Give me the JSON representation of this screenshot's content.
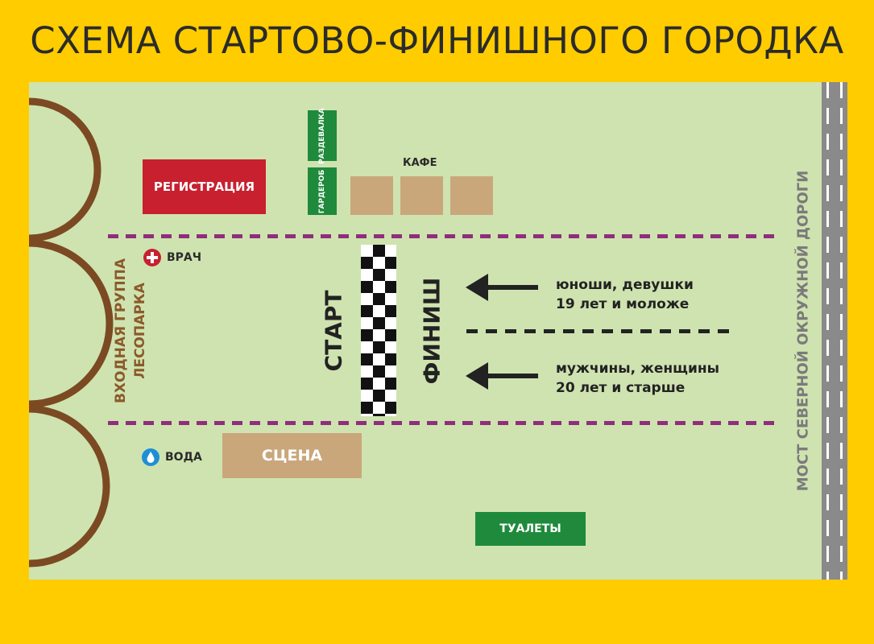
{
  "title": "СХЕМА СТАРТОВО-ФИНИШНОГО ГОРОДКА",
  "zones": {
    "registration": "РЕГИСТРАЦИЯ",
    "changing_room": "РАЗДЕВАЛКА",
    "cloakroom": "ГАРДЕРОБ",
    "cafe": "КАФЕ",
    "doctor": "ВРАЧ",
    "water": "ВОДА",
    "stage": "СЦЕНА",
    "toilets": "ТУАЛЕТЫ",
    "park_entrance_line1": "ВХОДНАЯ ГРУППА",
    "park_entrance_line2": "ЛЕСОПАРКА",
    "bridge": "МОСТ СЕВЕРНОЙ ОКРУЖНОЙ ДОРОГИ"
  },
  "course": {
    "start": "СТАРТ",
    "finish": "ФИНИШ",
    "group_youth_line1": "юноши, девушки",
    "group_youth_line2": "19 лет и моложе",
    "group_adult_line1": "мужчины, женщины",
    "group_adult_line2": "20 лет и старше"
  },
  "colors": {
    "background": "#FFCC00",
    "field": "#CFE3B0",
    "registration": "#C8202F",
    "green_zone": "#1F8A3C",
    "tan_zone": "#C9A77B",
    "boundary_dash": "#8E2E7C",
    "arch": "#7B4A22",
    "road": "#8A8A8A"
  },
  "icons": {
    "doctor": "medical-cross-icon",
    "water": "water-drop-icon"
  }
}
